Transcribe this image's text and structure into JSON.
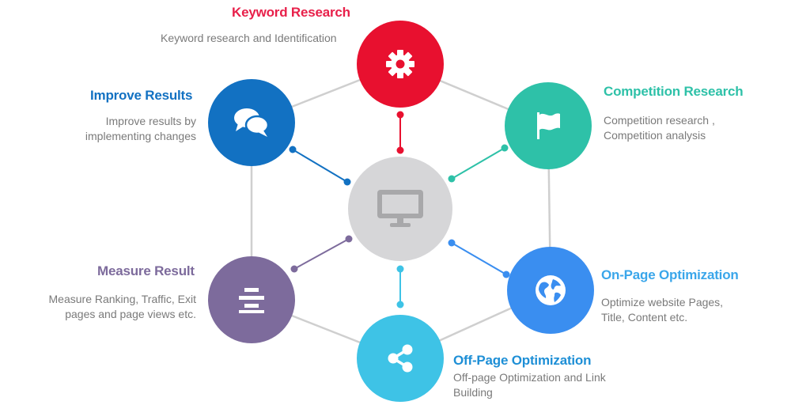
{
  "colors": {
    "keyword": "#e8102f",
    "competition": "#2ec1a8",
    "onpage": "#3a8ef0",
    "offpage": "#3ec3e6",
    "measure": "#7d6b9c",
    "improve": "#1271c2",
    "center": "#d6d6d8",
    "line": "#cfcfcf"
  },
  "center": {
    "icon": "monitor-icon"
  },
  "steps": [
    {
      "key": "keyword",
      "title": "Keyword Research",
      "desc": "Keyword research and Identification",
      "icon": "gear-icon"
    },
    {
      "key": "competition",
      "title": "Competition Research",
      "desc": "Competition research ,\nCompetition analysis",
      "icon": "flag-icon"
    },
    {
      "key": "onpage",
      "title": "On-Page Optimization",
      "desc": "Optimize website Pages,\nTitle, Content etc.",
      "icon": "globe-icon"
    },
    {
      "key": "offpage",
      "title": "Off-Page Optimization",
      "desc": "Off-page Optimization and Link\nBuilding",
      "icon": "share-icon"
    },
    {
      "key": "measure",
      "title": "Measure Result",
      "desc": "Measure Ranking, Traffic, Exit\npages and page views etc.",
      "icon": "list-icon"
    },
    {
      "key": "improve",
      "title": "Improve Results",
      "desc": "Improve results  by\nimplementing changes",
      "icon": "chat-icon"
    }
  ]
}
